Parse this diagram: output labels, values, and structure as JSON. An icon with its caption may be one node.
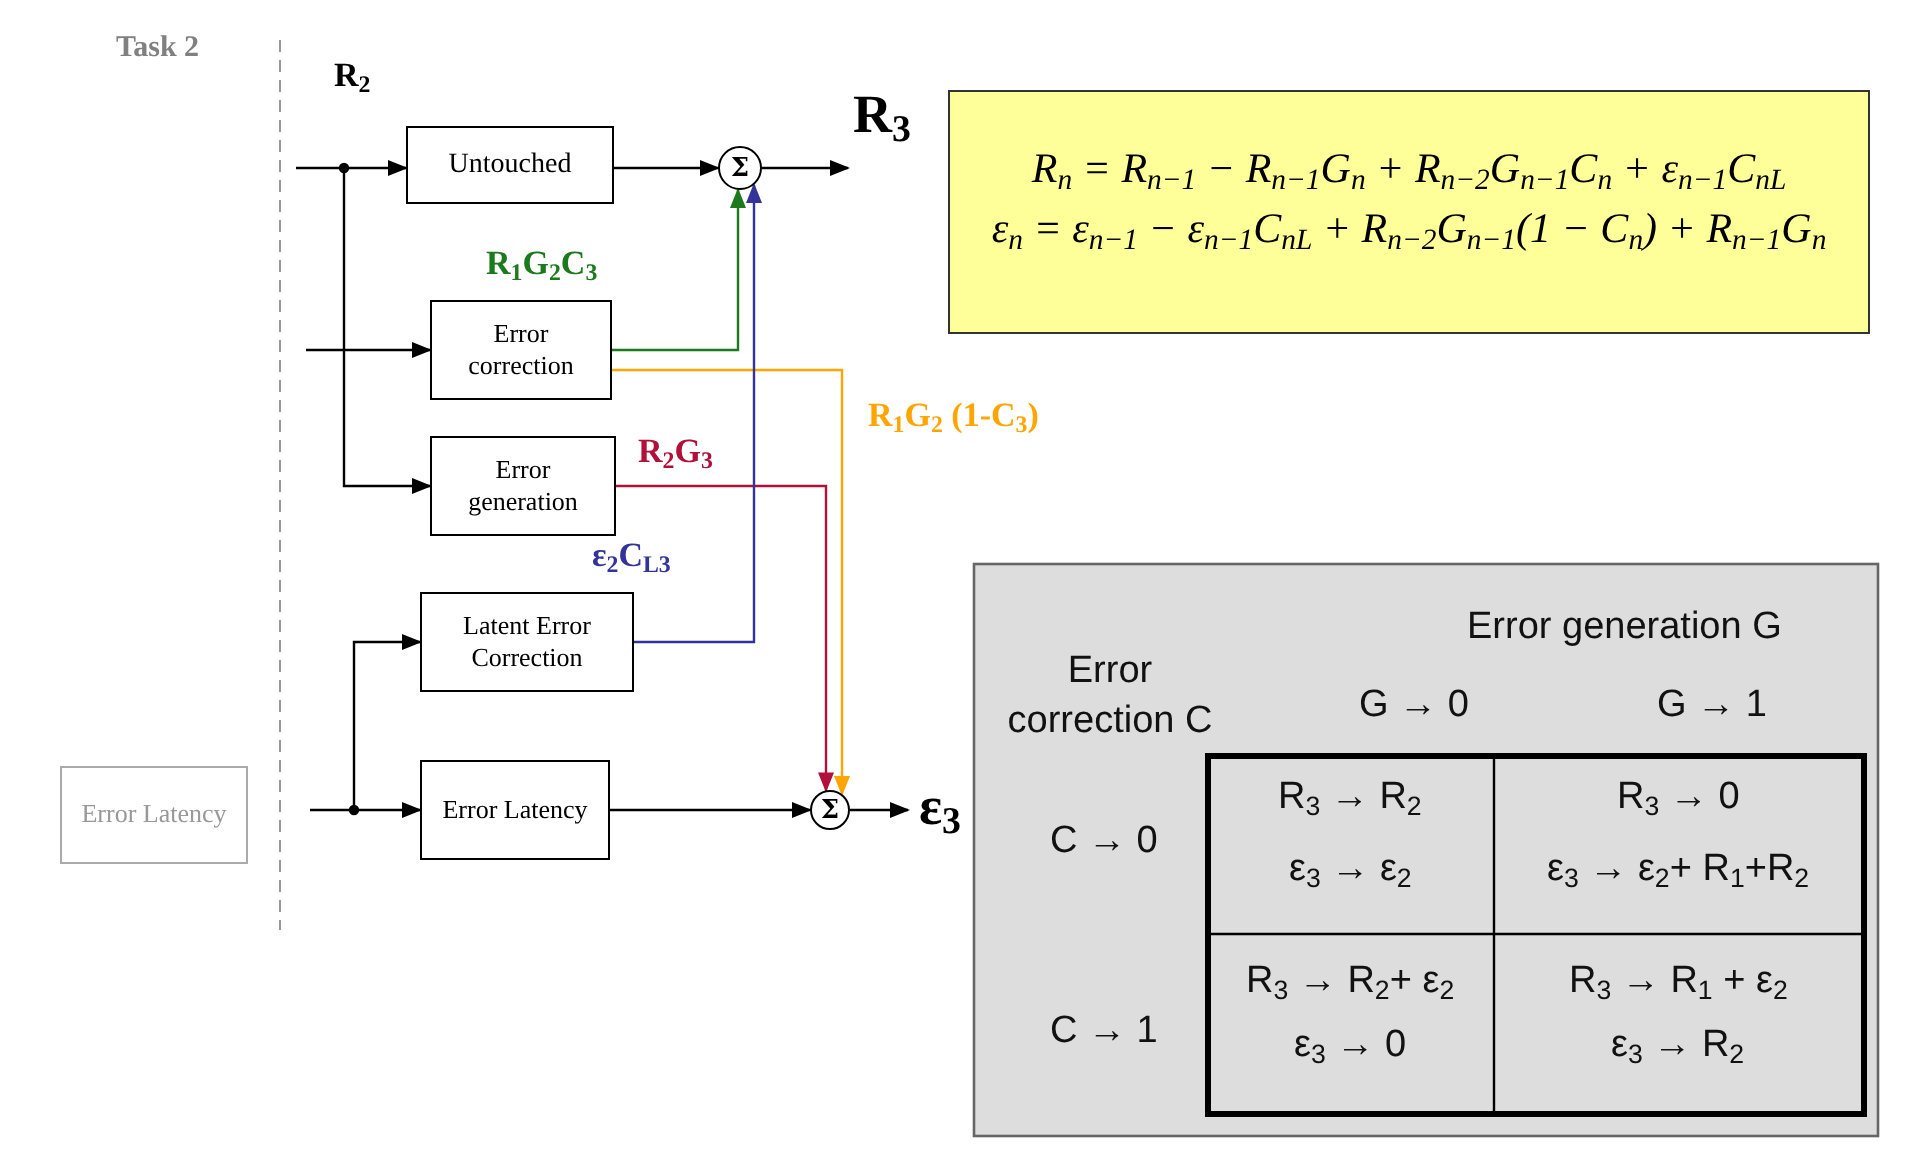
{
  "diagram": {
    "nodes": [
      {
        "text": [
          "Untouched"
        ]
      },
      {
        "text": [
          "Error correction"
        ]
      },
      {
        "text": [
          "Error generation"
        ]
      },
      {
        "text": [
          "Latent Error Correction"
        ]
      },
      {
        "text": [
          "Error Latency"
        ]
      },
      {
        "text": [
          "Σ"
        ]
      },
      {
        "text": [
          "Σ"
        ]
      },
      {
        "text": [
          "Error Latency"
        ]
      },
      {
        "text": [
          "R$_{n}$ = R$_{n−1}$ − R$_{n−1}$G$_{n}$ + R$_{n−2}$G$_{n−1}$C$_{n}$ + ε$_{n−1}$C$_{nL}$",
          "ε$_{n}$ = ε$_{n−1}$ − ε$_{n−1}$C$_{nL}$ + R$_{n−2}$G$_{n−1}$(1 − C$_{n}$) + R$_{n−1}$G$_{n}$"
        ]
      },
      {
        "text": [
          "R$_{3}$"
        ]
      },
      {
        "text": [
          "ε$_{3}$"
        ]
      }
    ],
    "edges": [
      {
        "from": null,
        "to": 0,
        "arrow": "to"
      },
      {
        "from": null,
        "to": 2,
        "arrow": "to"
      },
      {
        "from": null,
        "to": 1,
        "arrow": "to"
      },
      {
        "from": null,
        "to": 3,
        "arrow": "to"
      },
      {
        "from": null,
        "to": 4,
        "arrow": "to"
      },
      {
        "from": 0,
        "to": 5,
        "arrow": "to"
      },
      {
        "from": 1,
        "to": 5,
        "arrow": "to",
        "label": "R$_{1}$G$_{2}$C$_{3}$",
        "color": "#1b7a1b"
      },
      {
        "from": 1,
        "to": 6,
        "arrow": "to",
        "label": "R$_{1}$G$_{2}$ (1-C$_{3}$)",
        "color": "#ffa500"
      },
      {
        "from": 2,
        "to": 6,
        "arrow": "to",
        "label": "R$_{2}$G$_{3}$",
        "color": "#b0103a"
      },
      {
        "from": 3,
        "to": 5,
        "arrow": "to",
        "label": "ε$_{2}$C$_{L3}$",
        "color": "#333399"
      },
      {
        "from": 4,
        "to": 6,
        "arrow": "to"
      },
      {
        "from": 5,
        "to": 9,
        "arrow": "to"
      },
      {
        "from": 6,
        "to": 10,
        "arrow": "to"
      }
    ],
    "labels": [
      "Task 2",
      "R$_{2}$",
      "Error generation G",
      "Error correction C",
      "G → 0",
      "G → 1",
      "C → 0",
      "R$_{3}$ → R$_{2}$",
      "ε$_{3}$ → ε$_{2}$",
      "R$_{3}$ → 0",
      "ε$_{3}$ → ε$_{2}$+ R$_{1}$+R$_{2}$",
      "C → 1",
      "R$_{3}$ → R$_{2}$+ ε$_{2}$",
      "ε$_{3}$ → 0",
      "R$_{3}$ → R$_{1}$ + ε$_{2}$",
      "ε$_{3}$ → R$_{2}$"
    ]
  }
}
